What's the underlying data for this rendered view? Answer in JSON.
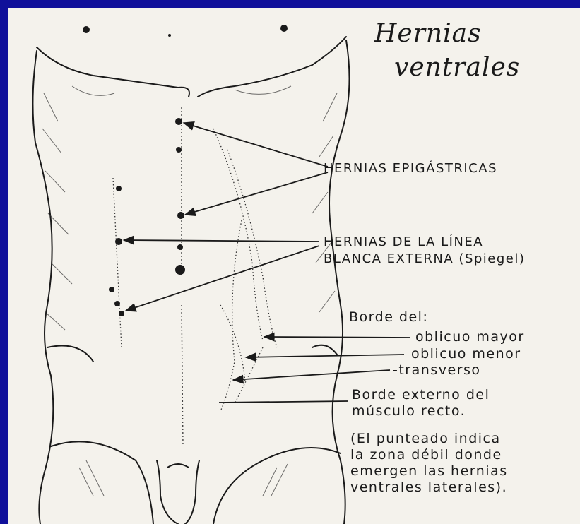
{
  "title": {
    "line1": "Hernias",
    "line2": "ventrales"
  },
  "labels": {
    "epigastricas": "HERNIAS EPIGÁSTRICAS",
    "linea_line1": "HERNIAS DE LA LÍNEA",
    "linea_line2": "BLANCA EXTERNA (Spiegel)",
    "borde_del": "Borde del:",
    "oblicuo_mayor": "oblicuo mayor",
    "oblicuo_menor": "oblicuo menor",
    "transverso": "-transverso",
    "borde_externo_line1": "Borde externo del",
    "borde_externo_line2": "músculo recto."
  },
  "note": {
    "line1": "(El punteado indica",
    "line2": "la zona débil donde",
    "line3": "emergen las hernias",
    "line4": "ventrales laterales)."
  },
  "colors": {
    "frame": "#10109a",
    "paper": "#f4f2ec",
    "ink": "#1a1a1a"
  }
}
